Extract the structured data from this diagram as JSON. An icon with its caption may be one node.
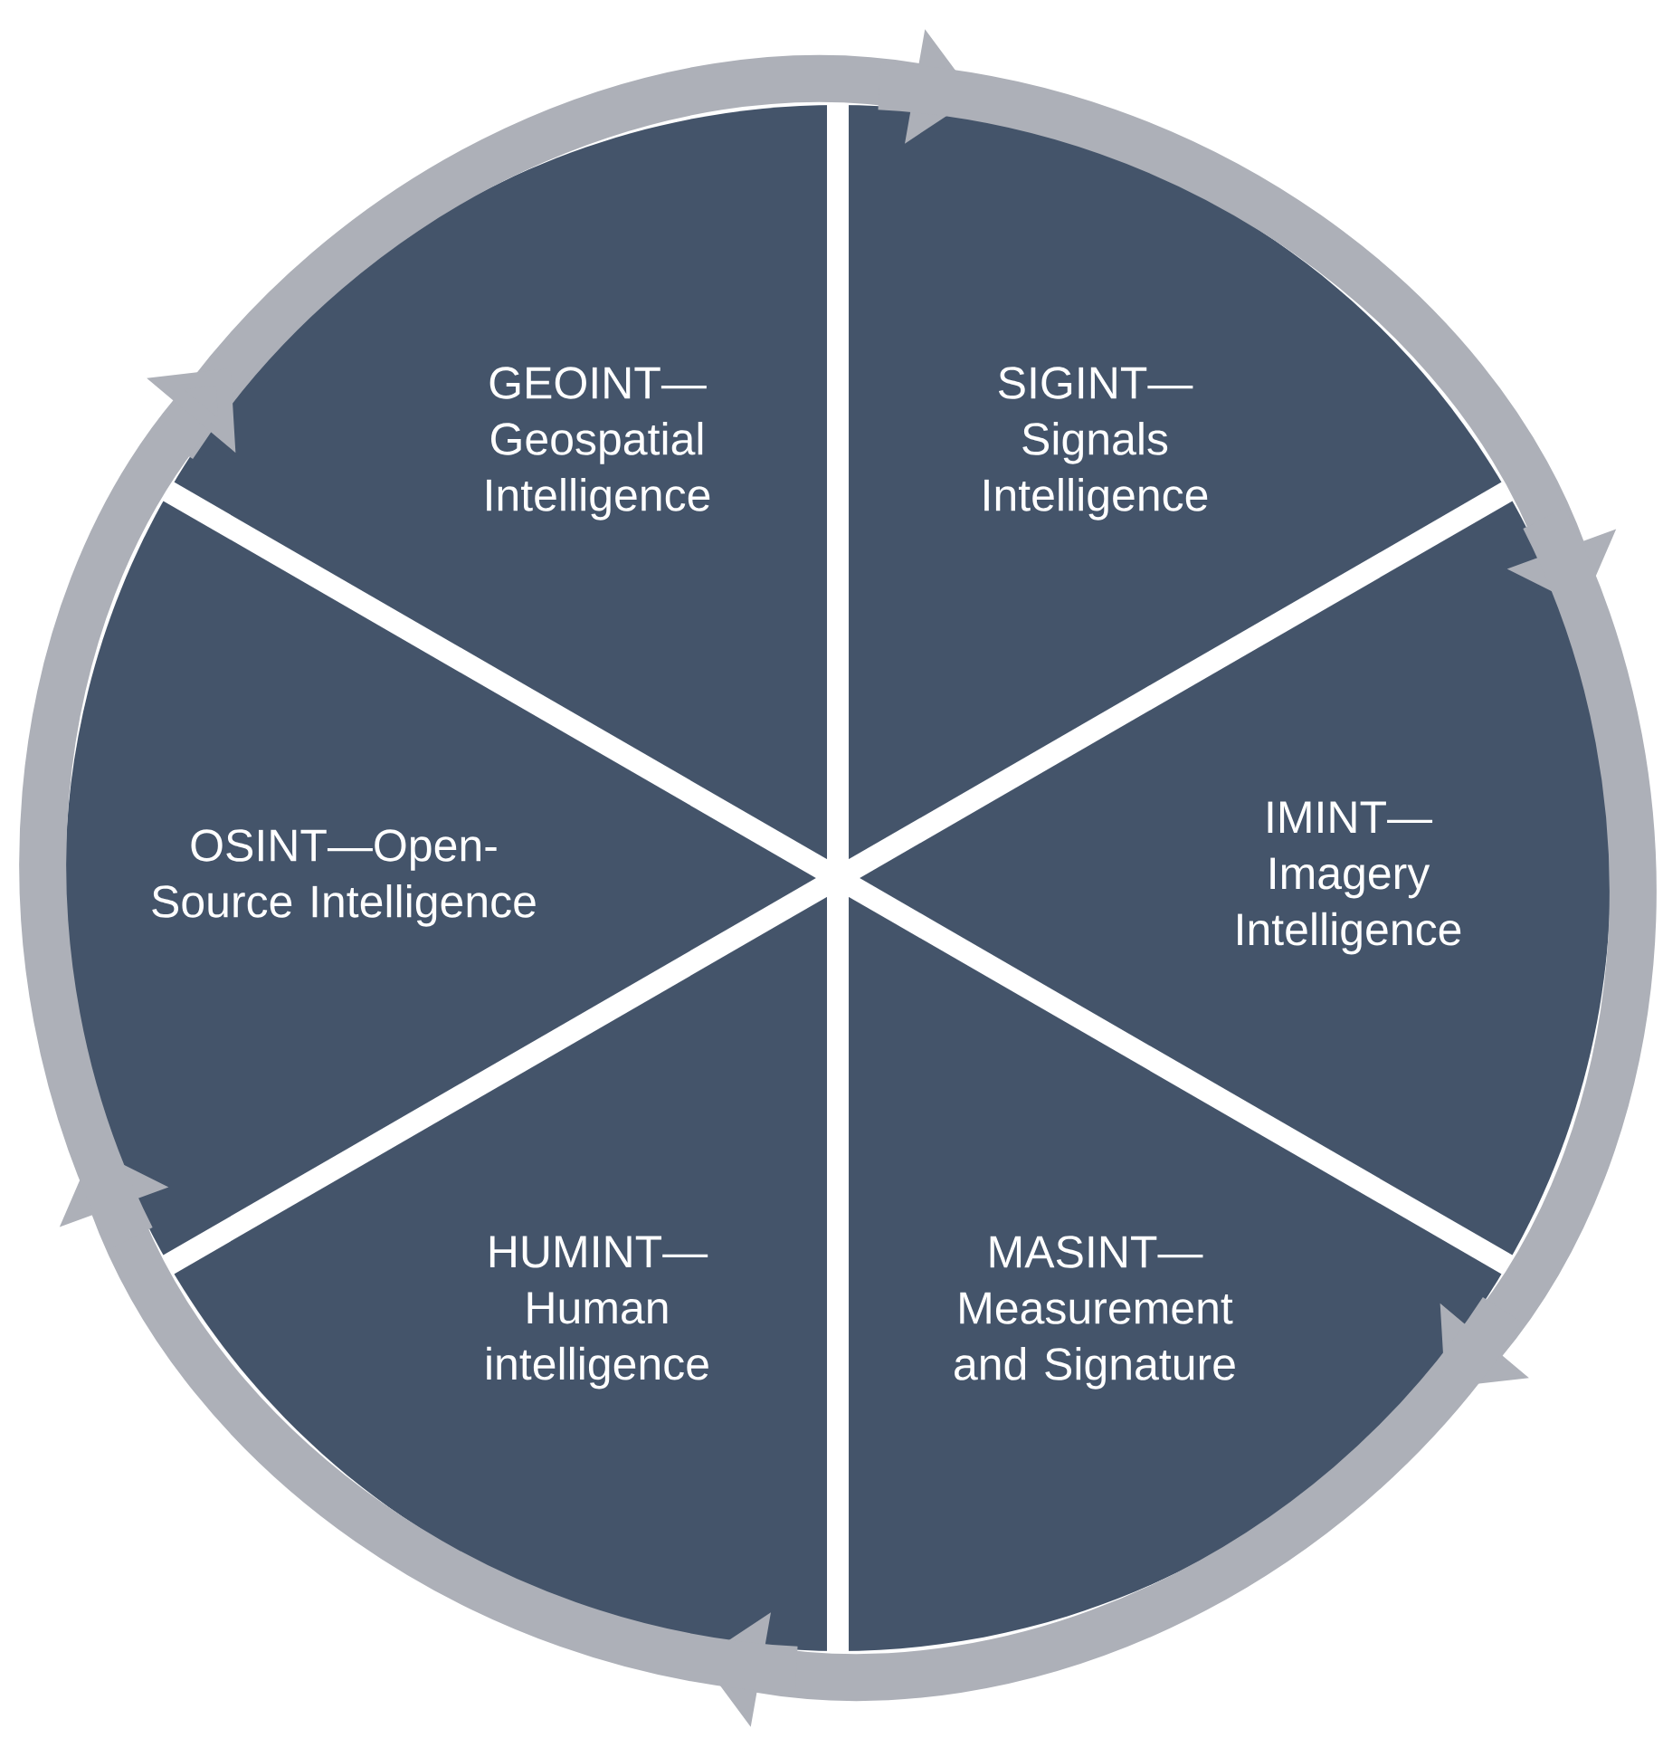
{
  "diagram": {
    "nodes": [
      {
        "text": [
          "GEOINT— Geospatial Intelligence"
        ]
      },
      {
        "text": [
          "SIGINT— Signals Intelligence"
        ]
      },
      {
        "text": [
          "IMINT— Imagery Intelligence"
        ]
      },
      {
        "text": [
          "MASINT— Measurement and Signature"
        ]
      },
      {
        "text": [
          "HUMINT— Human intelligence"
        ]
      },
      {
        "text": [
          "OSINT—Open-Source Intelligence"
        ]
      }
    ],
    "edges": [
      {
        "from": 0,
        "to": 1,
        "arrow": "to"
      },
      {
        "from": 1,
        "to": 2,
        "arrow": "to"
      },
      {
        "from": 2,
        "to": 3,
        "arrow": "to"
      },
      {
        "from": 3,
        "to": 4,
        "arrow": "to"
      },
      {
        "from": 4,
        "to": 5,
        "arrow": "to"
      },
      {
        "from": 5,
        "to": 0,
        "arrow": "to"
      }
    ]
  }
}
